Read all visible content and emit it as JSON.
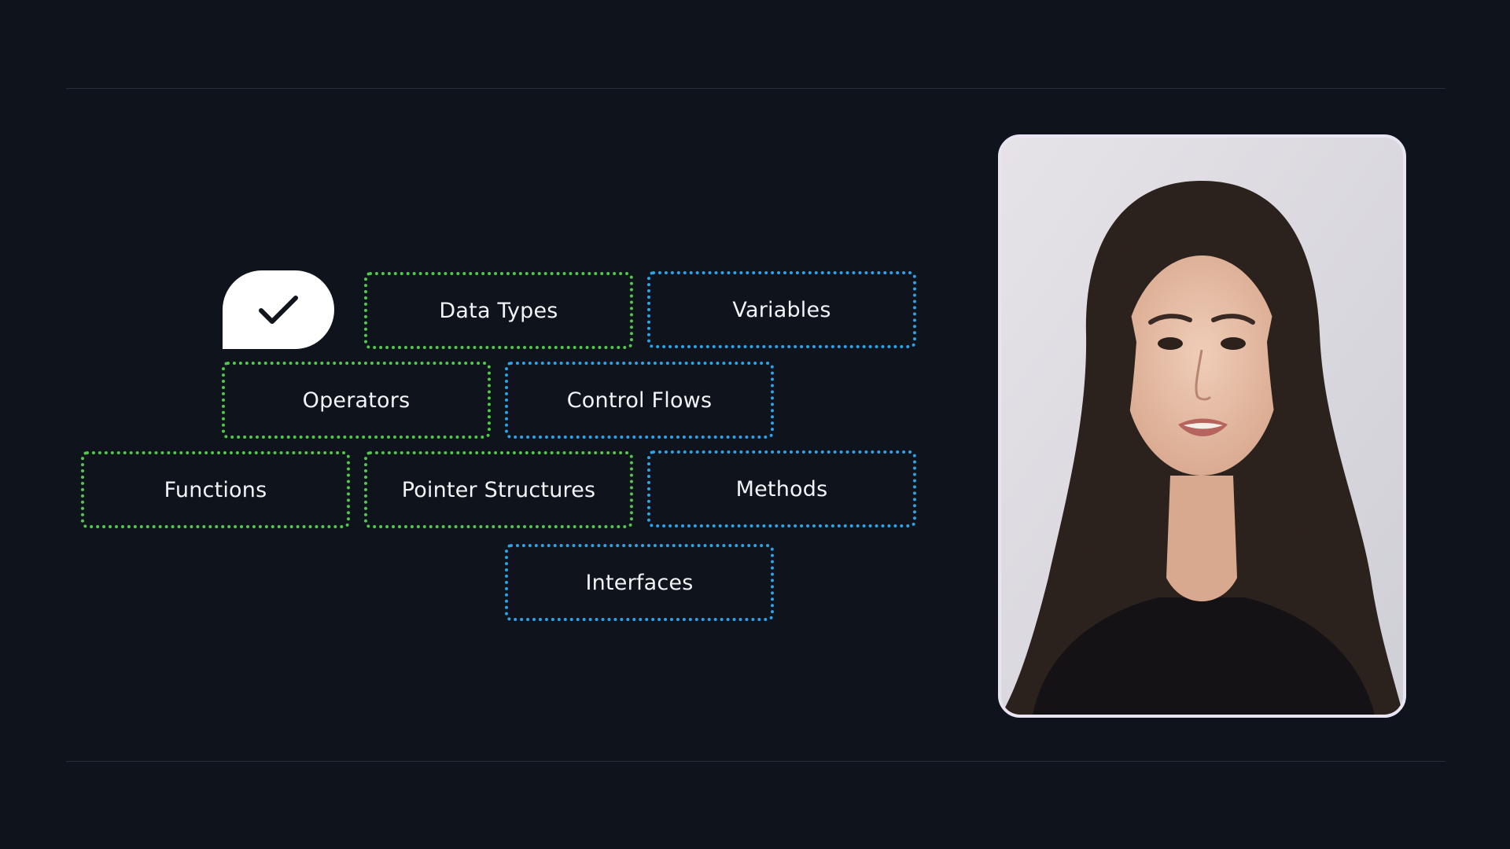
{
  "topics": {
    "data_types": "Data Types",
    "variables": "Variables",
    "operators": "Operators",
    "control_flows": "Control Flows",
    "functions": "Functions",
    "pointer_structures": "Pointer Structures",
    "methods": "Methods",
    "interfaces": "Interfaces"
  },
  "colors": {
    "background": "#0f131c",
    "green_border": "#4fc94a",
    "blue_border": "#2aa3e8",
    "text": "#f2f4f7"
  },
  "icons": {
    "check": "check-icon",
    "presenter": "presenter-video"
  }
}
